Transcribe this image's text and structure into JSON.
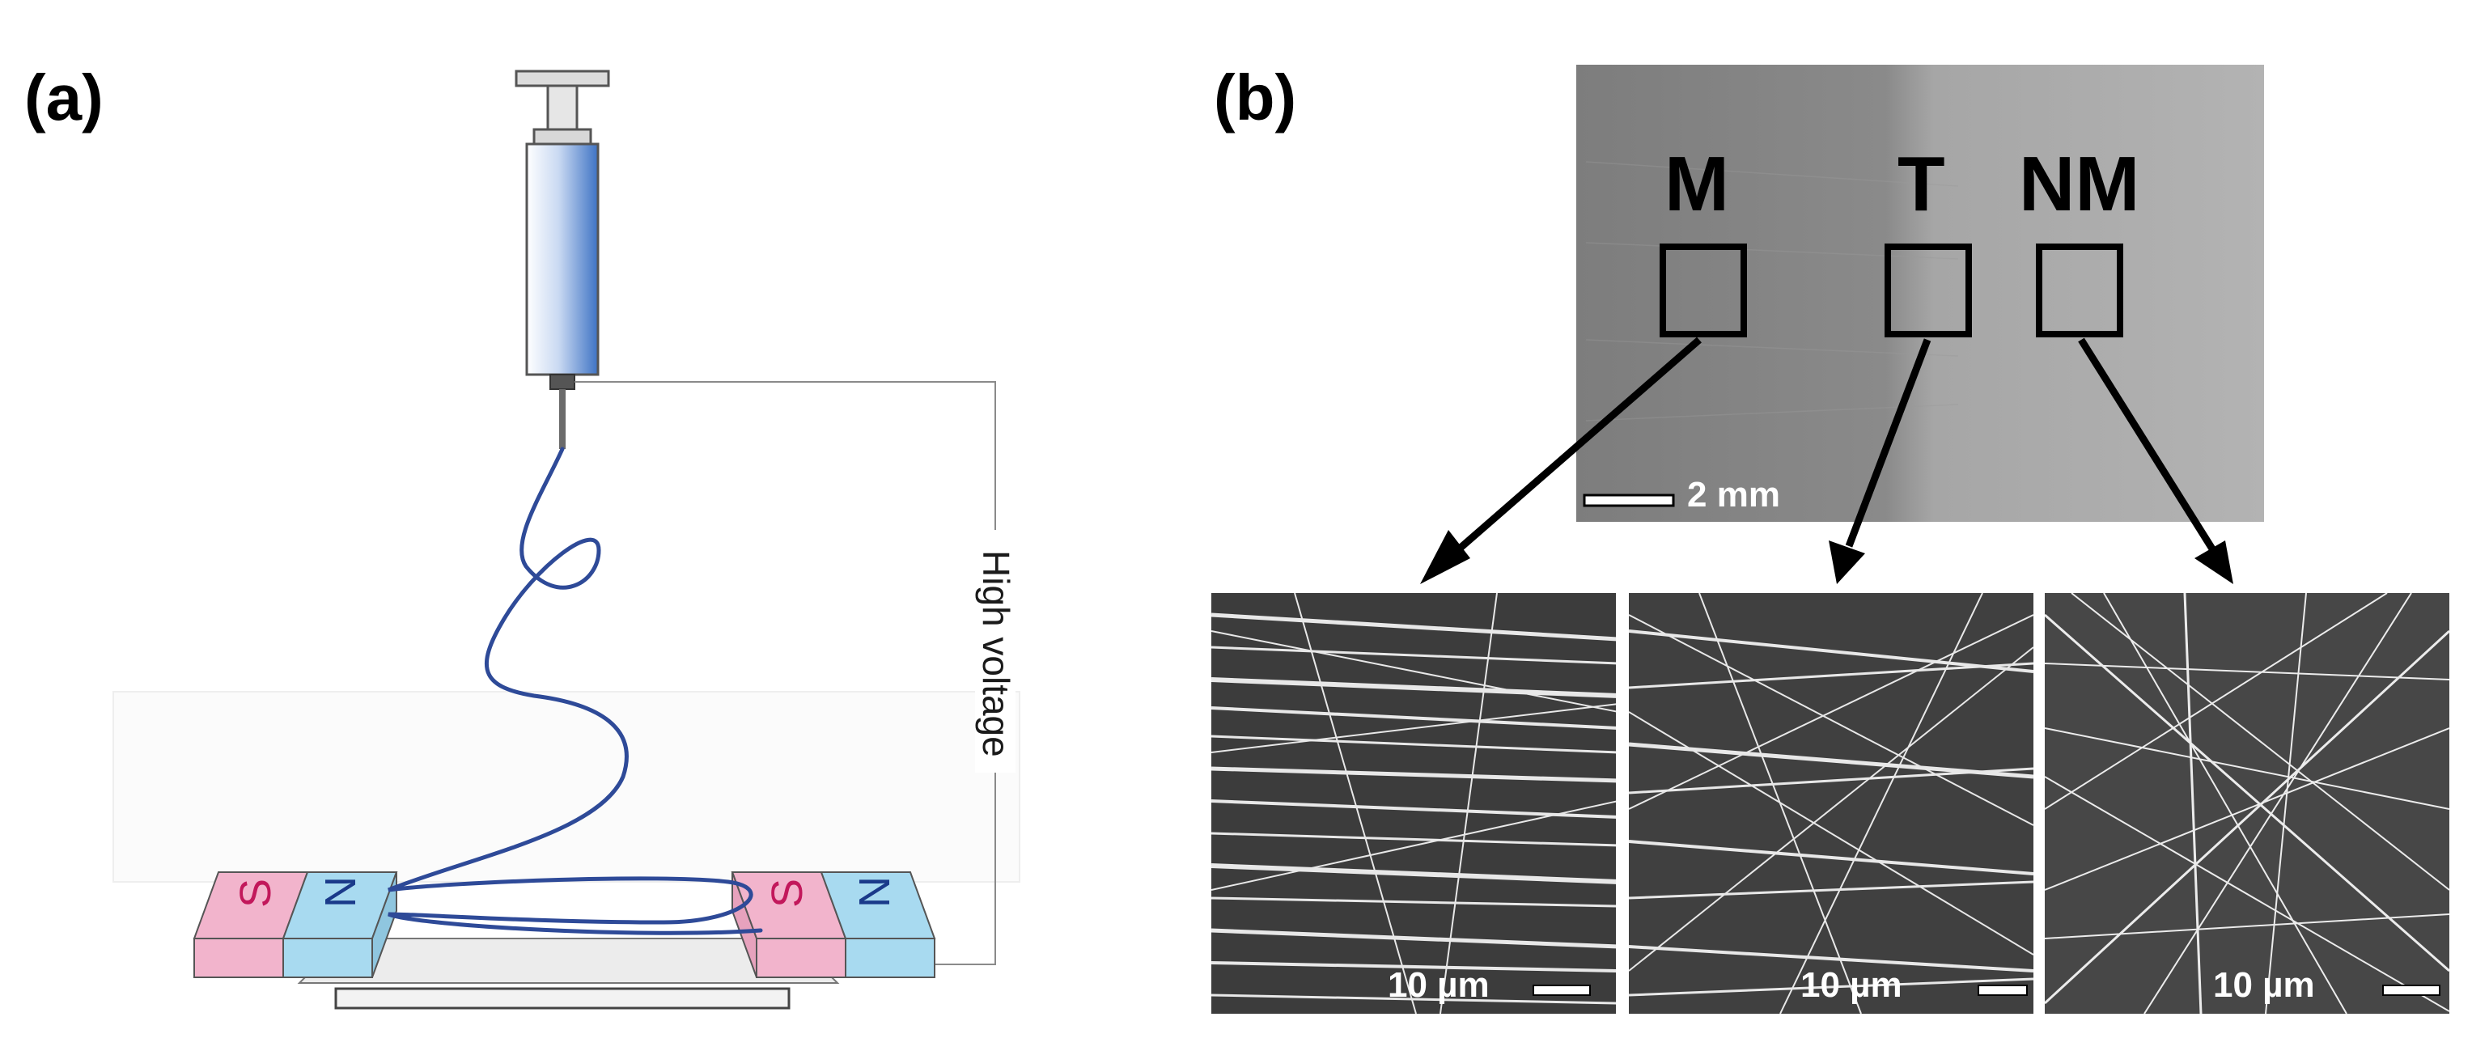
{
  "panel_a": {
    "label": "(a)",
    "voltage_label": "High voltage",
    "magnet_left": {
      "pole_pink": "S",
      "pole_blue": "N"
    },
    "magnet_right": {
      "pole_pink": "S",
      "pole_blue": "N"
    }
  },
  "panel_b": {
    "label": "(b)",
    "regions": [
      "M",
      "T",
      "NM"
    ],
    "photo_scale_label": "2 mm",
    "sem_images": [
      {
        "region": "M",
        "scale_label": "10 µm"
      },
      {
        "region": "T",
        "scale_label": "10 µm"
      },
      {
        "region": "NM",
        "scale_label": "10 µm"
      }
    ]
  },
  "colors": {
    "pink_pole": "#f2b4cc",
    "blue_pole": "#a8daf0",
    "fiber": "#2e4a98",
    "syringe_blue": "#3e73c4"
  }
}
